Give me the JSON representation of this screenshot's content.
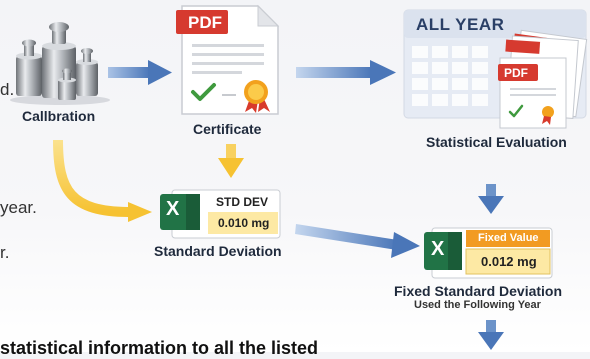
{
  "left_fragments": [
    "d.",
    "year.",
    "r."
  ],
  "nodes": {
    "calibration": {
      "label": "Callbration",
      "icon": "weights-icon"
    },
    "certificate": {
      "label": "Certificate",
      "badge": "PDF",
      "icon": "certificate-document-icon"
    },
    "all_year": {
      "header": "ALL YEAR",
      "badge": "PDF",
      "label": "Statistical Evaluation",
      "icon": "calendar-documents-icon"
    },
    "std_dev": {
      "label": "Standard Deviation",
      "header": "STD DEV",
      "value": "0.010 mg",
      "icon": "excel-icon"
    },
    "fixed": {
      "label": "Fixed Standard Deviation",
      "sublabel": "Used the Following Year",
      "header": "Fixed Value",
      "value": "0.012 mg",
      "icon": "excel-icon"
    }
  },
  "bottom_text": "statistical information to all the listed",
  "colors": {
    "blue_arrow": "#4a76b8",
    "yellow_arrow": "#f6c232",
    "excel_green": "#217346",
    "pdf_red": "#d63a2f",
    "value_yellow": "#fde9a4",
    "header_orange": "#f29b22"
  }
}
